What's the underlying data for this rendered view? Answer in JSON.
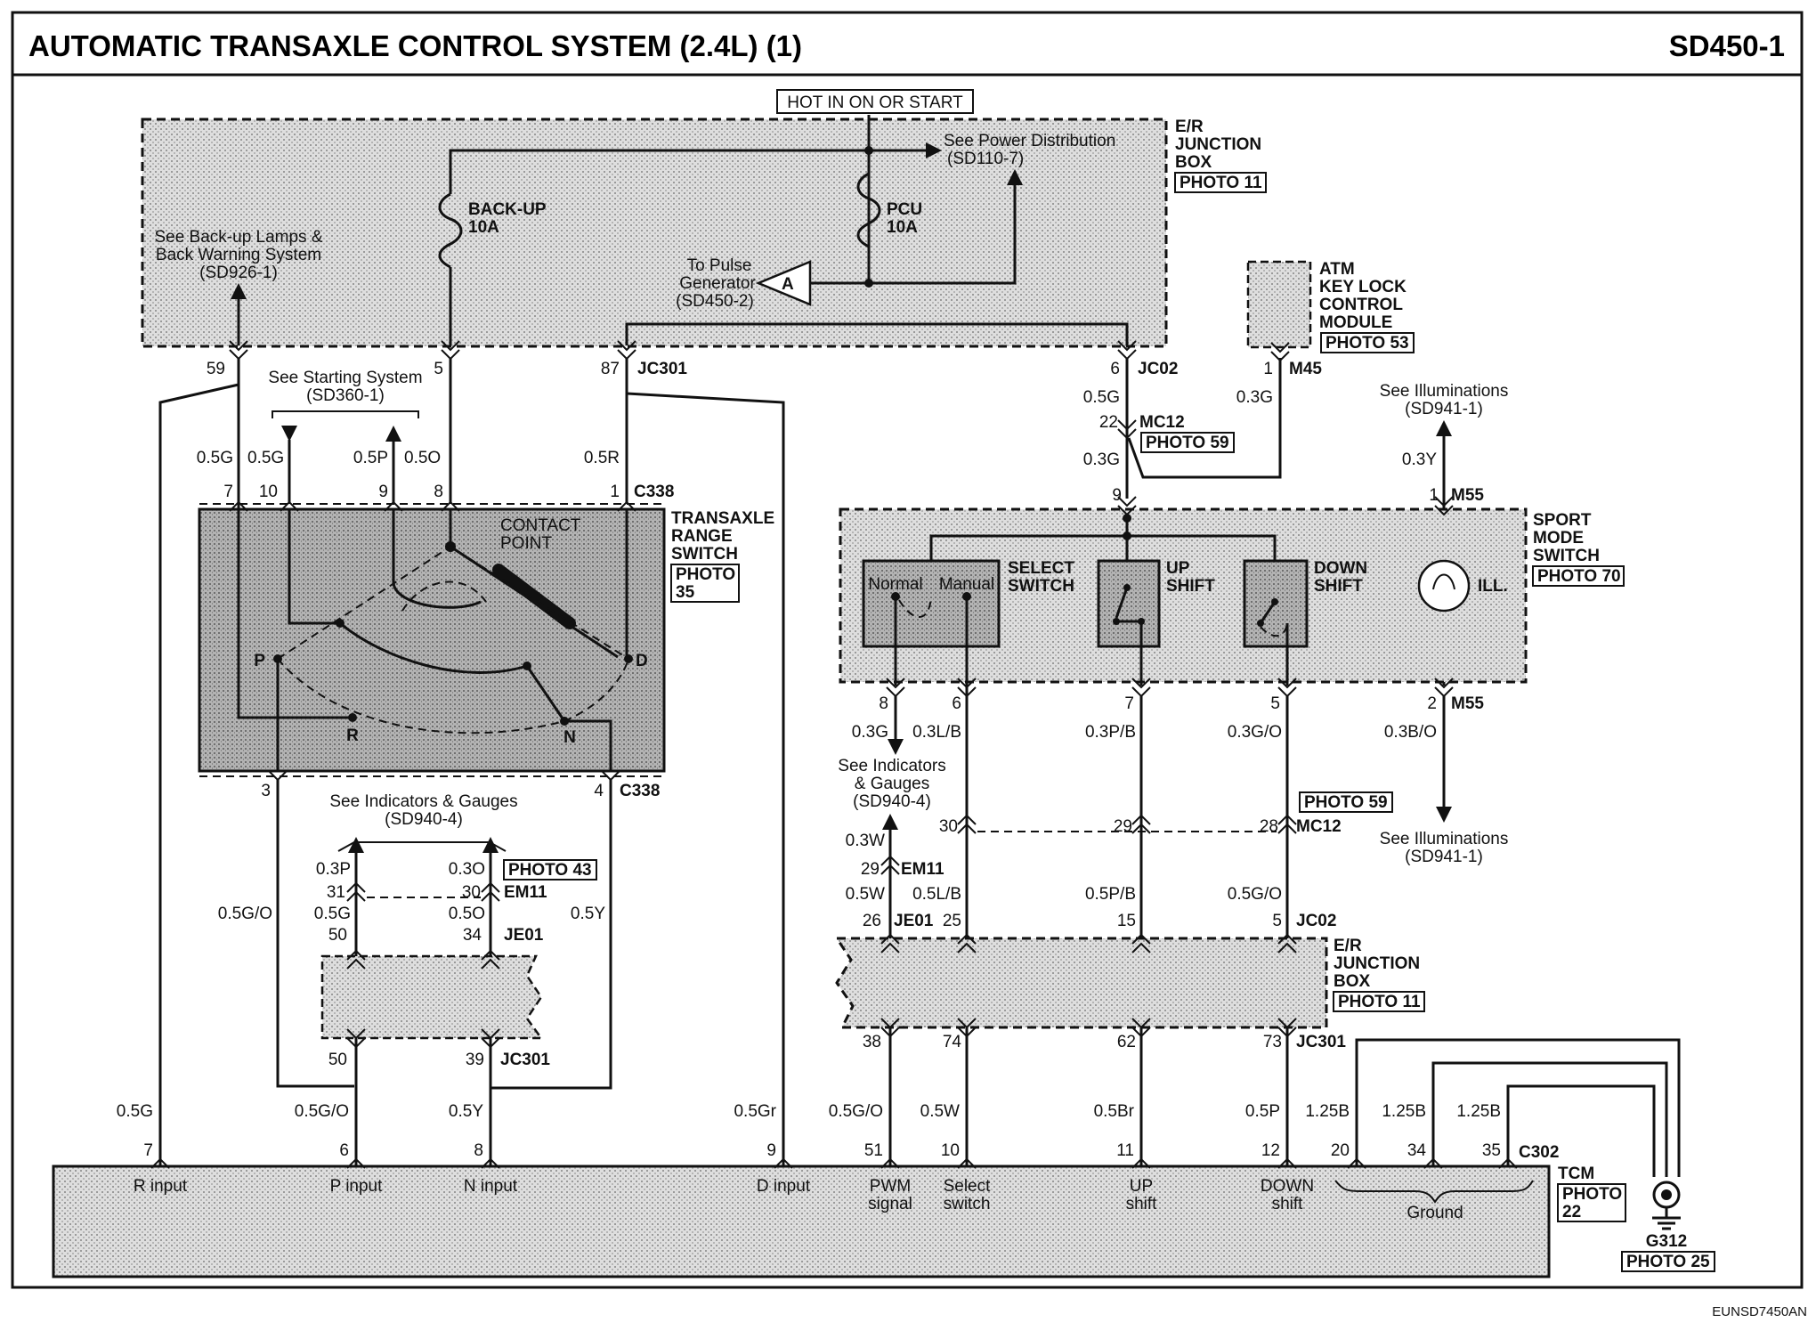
{
  "header": {
    "title": "AUTOMATIC TRANSAXLE CONTROL SYSTEM (2.4L) (1)",
    "page_code": "SD450-1"
  },
  "footer": {
    "code": "EUNSD7450AN"
  },
  "hot_label": "HOT IN ON OR START",
  "er_box_top": {
    "label": [
      "E/R",
      "JUNCTION",
      "BOX"
    ],
    "photo": "PHOTO 11",
    "power_ref": [
      "See Power Distribution",
      "(SD110-7)"
    ],
    "backup_ref": [
      "See Back-up Lamps &",
      "Back Warning System",
      "(SD926-1)"
    ],
    "pulse_ref": [
      "To Pulse",
      "Generator",
      "(SD450-2)"
    ],
    "connector_A": "A",
    "fuses": [
      {
        "name": "BACK-UP",
        "rating": "10A"
      },
      {
        "name": "PCU",
        "rating": "10A"
      }
    ]
  },
  "atm_module": {
    "label": [
      "ATM",
      "KEY LOCK",
      "CONTROL",
      "MODULE"
    ],
    "photo": "PHOTO 53"
  },
  "range_switch": {
    "label": [
      "TRANSAXLE",
      "RANGE",
      "SWITCH"
    ],
    "photo": [
      "PHOTO",
      "35"
    ],
    "contact_point": [
      "CONTACT",
      "POINT"
    ],
    "positions": [
      "P",
      "R",
      "N",
      "D"
    ]
  },
  "sport_switch": {
    "label": [
      "SPORT",
      "MODE",
      "SWITCH"
    ],
    "photo": "PHOTO 70",
    "select_label": [
      "SELECT",
      "SWITCH"
    ],
    "normal": "Normal",
    "manual": "Manual",
    "up_label": [
      "UP",
      "SHIFT"
    ],
    "down_label": [
      "DOWN",
      "SHIFT"
    ],
    "ill": "ILL."
  },
  "er_box_bottom": {
    "label": [
      "E/R",
      "JUNCTION",
      "BOX"
    ],
    "photo": "PHOTO 11"
  },
  "refs": {
    "starting": [
      "See Starting System",
      "(SD360-1)"
    ],
    "indicators_left": [
      "See Indicators & Gauges",
      "(SD940-4)"
    ],
    "indicators_right": [
      "See Indicators",
      "& Gauges",
      "(SD940-4)"
    ],
    "illum_top": [
      "See Illuminations",
      "(SD941-1)"
    ],
    "illum_bottom": [
      "See Illuminations",
      "(SD941-1)"
    ]
  },
  "connectors": {
    "jc301": "JC301",
    "jc02": "JC02",
    "m45": "M45",
    "mc12": "MC12",
    "m55": "M55",
    "c338": "C338",
    "em11": "EM11",
    "je01": "JE01",
    "c302": "C302",
    "photo_59": "PHOTO 59",
    "photo_43": "PHOTO 43"
  },
  "pins": {
    "p59": "59",
    "p5": "5",
    "p87": "87",
    "p6": "6",
    "p1": "1",
    "p22": "22",
    "p9": "9",
    "p7": "7",
    "p10": "10",
    "p9b": "9",
    "p8": "8",
    "p1b": "1",
    "p1c": "1",
    "p3": "3",
    "p4": "4",
    "p31": "31",
    "p30": "30",
    "p50": "50",
    "p34": "34",
    "p50b": "50",
    "p39": "39",
    "p8b": "8",
    "p6b": "6",
    "p7b": "7",
    "p5b": "5",
    "p2": "2",
    "p30b": "30",
    "p29": "29",
    "p28": "28",
    "p29b": "29",
    "p26": "26",
    "p25": "25",
    "p15": "15",
    "p5c": "5",
    "p38": "38",
    "p74": "74",
    "p62": "62",
    "p73": "73"
  },
  "wires": {
    "w_05g_a": "0.5G",
    "w_05g_b": "0.5G",
    "w_05p": "0.5P",
    "w_05o": "0.5O",
    "w_05r": "0.5R",
    "w_05g_jc02": "0.5G",
    "w_03g_m45": "0.3G",
    "w_03g_mc12": "0.3G",
    "w_03y": "0.3Y",
    "w_03p": "0.3P",
    "w_03o": "0.3O",
    "w_05go_l": "0.5G/O",
    "w_05g_je": "0.5G",
    "w_05o_je": "0.5O",
    "w_05y_l": "0.5Y",
    "w_03g_s": "0.3G",
    "w_03lb": "0.3L/B",
    "w_03pb": "0.3P/B",
    "w_03go": "0.3G/O",
    "w_03bo": "0.3B/O",
    "w_03w": "0.3W",
    "w_05w": "0.5W",
    "w_05lb": "0.5L/B",
    "w_05pb": "0.5P/B",
    "w_05go": "0.5G/O"
  },
  "tcm": {
    "label": "TCM",
    "photo": [
      "PHOTO",
      "22"
    ],
    "ground_name": "G312",
    "ground_photo": "PHOTO 25",
    "terminals": [
      {
        "pin": "7",
        "wire": "0.5G",
        "name": [
          "R input"
        ]
      },
      {
        "pin": "6",
        "wire": "0.5G/O",
        "name": [
          "P input"
        ]
      },
      {
        "pin": "8",
        "wire": "0.5Y",
        "name": [
          "N input"
        ]
      },
      {
        "pin": "9",
        "wire": "0.5Gr",
        "name": [
          "D input"
        ]
      },
      {
        "pin": "51",
        "wire": "0.5G/O",
        "name": [
          "PWM",
          "signal"
        ]
      },
      {
        "pin": "10",
        "wire": "0.5W",
        "name": [
          "Select",
          "switch"
        ]
      },
      {
        "pin": "11",
        "wire": "0.5Br",
        "name": [
          "UP",
          "shift"
        ]
      },
      {
        "pin": "12",
        "wire": "0.5P",
        "name": [
          "DOWN",
          "shift"
        ]
      },
      {
        "pin": "20",
        "wire": "1.25B",
        "name": []
      },
      {
        "pin": "34",
        "wire": "1.25B",
        "name": []
      },
      {
        "pin": "35",
        "wire": "1.25B",
        "name": []
      }
    ],
    "ground_label": "Ground"
  }
}
